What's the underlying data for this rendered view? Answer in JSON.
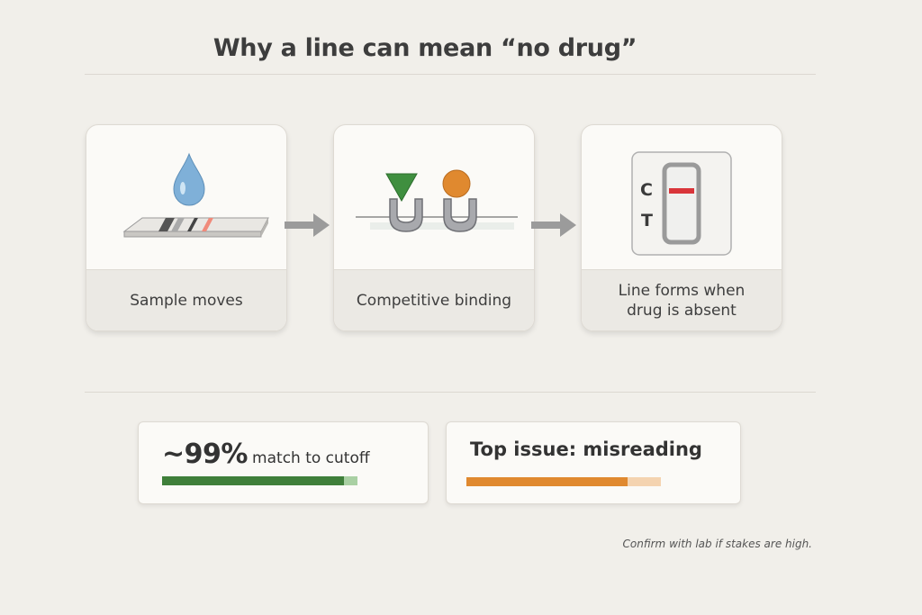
{
  "title": "Why a line can mean “no drug”",
  "steps": [
    {
      "caption": "Sample moves",
      "icon": "sample-drop-icon"
    },
    {
      "caption": "Competitive binding",
      "icon": "competitive-binding-icon"
    },
    {
      "caption": "Line forms when\ndrug is absent",
      "icon": "test-cassette-icon"
    }
  ],
  "cassette": {
    "c_label": "C",
    "t_label": "T"
  },
  "stats": {
    "match": {
      "value": "~99%",
      "text": "match to cutoff",
      "fraction": 0.93,
      "color": "#3f7f3a",
      "track": "#a9d0a3"
    },
    "issue": {
      "text": "Top issue: misreading",
      "fraction": 0.83,
      "color": "#e0892f",
      "track": "#f4d3b0"
    }
  },
  "footnote": "Confirm with lab if stakes are high.",
  "colors": {
    "background": "#f1efea",
    "droplet": "#7fb0d8",
    "triangle": "#3f8f3f",
    "circle": "#e0892f",
    "control_line": "#d9353a"
  }
}
